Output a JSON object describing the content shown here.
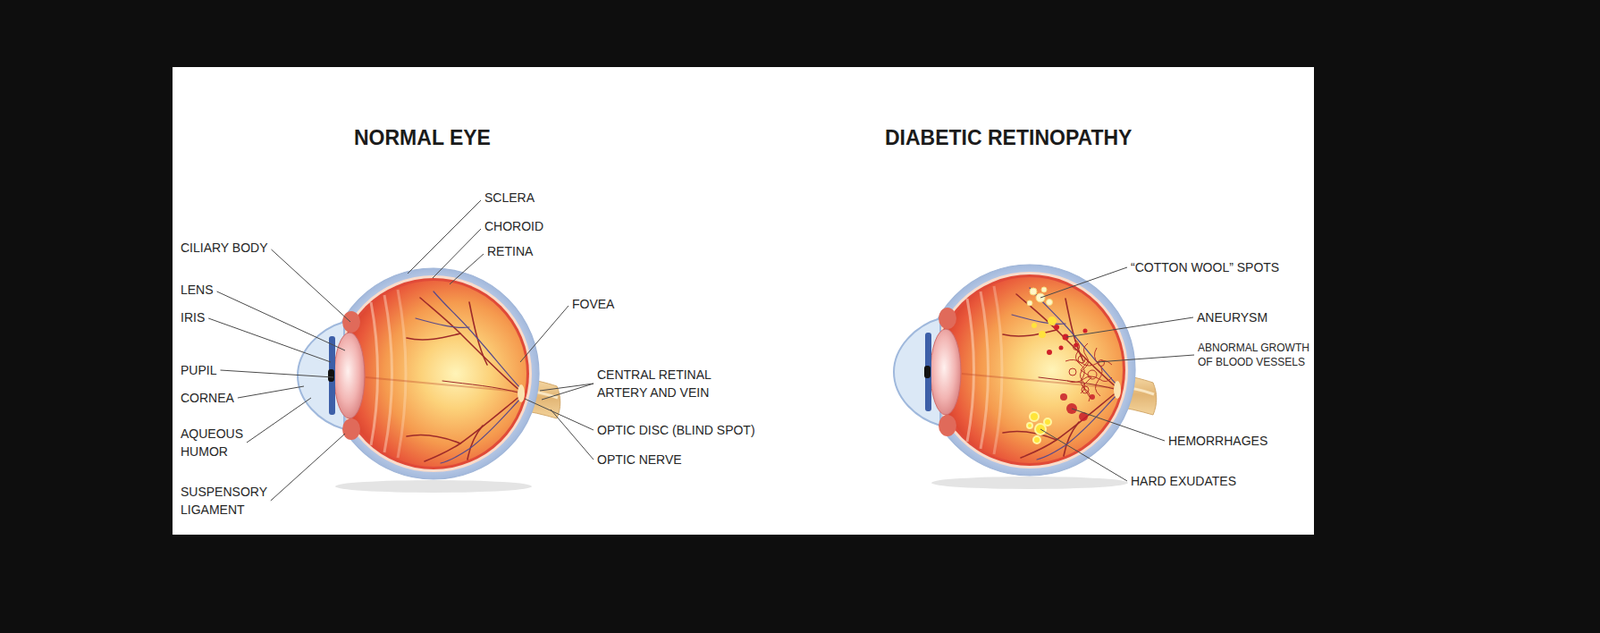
{
  "diagram": {
    "labels": [
      "NORMAL EYE",
      "DIABETIC RETINOPATHY",
      "SCLERA",
      "CHOROID",
      "RETINA",
      "CILIARY BODY",
      "LENS",
      "IRIS",
      "PUPIL",
      "CORNEA",
      "AQUEOUS HUMOR",
      "SUSPENSORY LIGAMENT",
      "FOVEA",
      "CENTRAL RETINAL ARTERY AND VEIN",
      "OPTIC DISC (BLIND SPOT)",
      "OPTIC NERVE",
      "“COTTON WOOL” SPOTS",
      "ANEURYSM",
      "ABNORMAL GROWTH OF BLOOD VESSELS",
      "HEMORRHAGES",
      "HARD EXUDATES"
    ]
  }
}
